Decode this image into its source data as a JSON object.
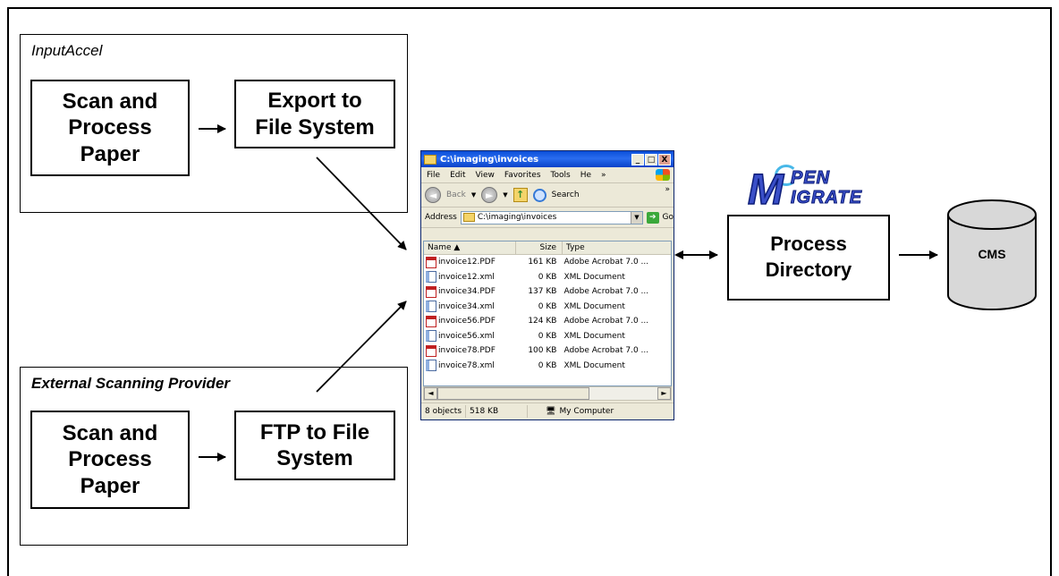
{
  "input_accel": {
    "label": "InputAccel",
    "scan_box": "Scan and\nProcess\nPaper",
    "export_box": "Export to\nFile System"
  },
  "external": {
    "label": "External Scanning Provider",
    "scan_box": "Scan and\nProcess\nPaper",
    "ftp_box": "FTP to File\nSystem"
  },
  "explorer": {
    "title": "C:\\imaging\\invoices",
    "title_buttons": [
      "_",
      "□",
      "X"
    ],
    "menu": [
      "File",
      "Edit",
      "View",
      "Favorites",
      "Tools",
      "He",
      "»"
    ],
    "toolbar": {
      "back": "Back",
      "search": "Search",
      "more": "»"
    },
    "address_label": "Address",
    "address_value": "C:\\imaging\\invoices",
    "go_label": "Go",
    "columns": [
      "Name",
      "Size",
      "Type"
    ],
    "files": [
      {
        "name": "invoice12.PDF",
        "size": "161 KB",
        "type": "Adobe Acrobat 7.0 ...",
        "icon": "pdf-file-icon"
      },
      {
        "name": "invoice12.xml",
        "size": "0 KB",
        "type": "XML Document",
        "icon": "xml-file-icon"
      },
      {
        "name": "invoice34.PDF",
        "size": "137 KB",
        "type": "Adobe Acrobat 7.0 ...",
        "icon": "pdf-file-icon"
      },
      {
        "name": "invoice34.xml",
        "size": "0 KB",
        "type": "XML Document",
        "icon": "xml-file-icon"
      },
      {
        "name": "invoice56.PDF",
        "size": "124 KB",
        "type": "Adobe Acrobat 7.0 ...",
        "icon": "pdf-file-icon"
      },
      {
        "name": "invoice56.xml",
        "size": "0 KB",
        "type": "XML Document",
        "icon": "xml-file-icon"
      },
      {
        "name": "invoice78.PDF",
        "size": "100 KB",
        "type": "Adobe Acrobat 7.0 ...",
        "icon": "pdf-file-icon"
      },
      {
        "name": "invoice78.xml",
        "size": "0 KB",
        "type": "XML Document",
        "icon": "xml-file-icon"
      }
    ],
    "status": {
      "objects": "8 objects",
      "size": "518 KB",
      "location": "My Computer"
    }
  },
  "logo": {
    "letters": "M",
    "line1": "PEN",
    "line2": "IGRATE"
  },
  "process_box": "Process\nDirectory",
  "cms_label": "CMS",
  "colors": {
    "window_title": "#0a4fd8",
    "logo_blue": "#3a4fc8",
    "cms_fill": "#d8d8d8"
  }
}
